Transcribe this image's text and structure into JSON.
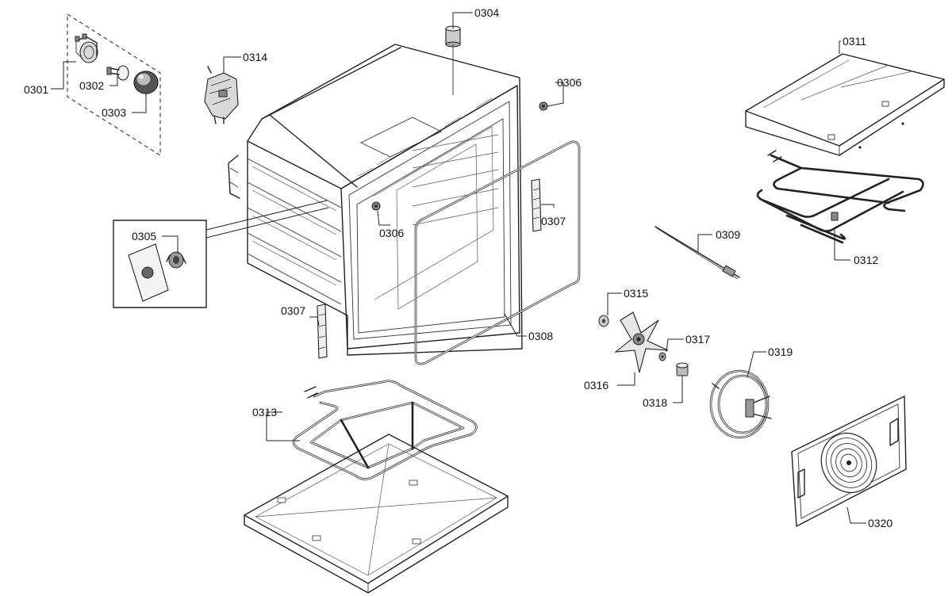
{
  "diagram": {
    "labels": {
      "p0301": "0301",
      "p0302": "0302",
      "p0303": "0303",
      "p0304": "0304",
      "p0305": "0305",
      "p0306a": "0306",
      "p0306b": "0306",
      "p0307a": "0307",
      "p0307b": "0307",
      "p0308": "0308",
      "p0309": "0309",
      "p0311": "0311",
      "p0312": "0312",
      "p0313": "0313",
      "p0314": "0314",
      "p0315": "0315",
      "p0316": "0316",
      "p0317": "0317",
      "p0318": "0318",
      "p0319": "0319",
      "p0320": "0320"
    },
    "colors": {
      "line": "#222222",
      "background": "#ffffff",
      "shade": "#d9d9d9"
    }
  }
}
